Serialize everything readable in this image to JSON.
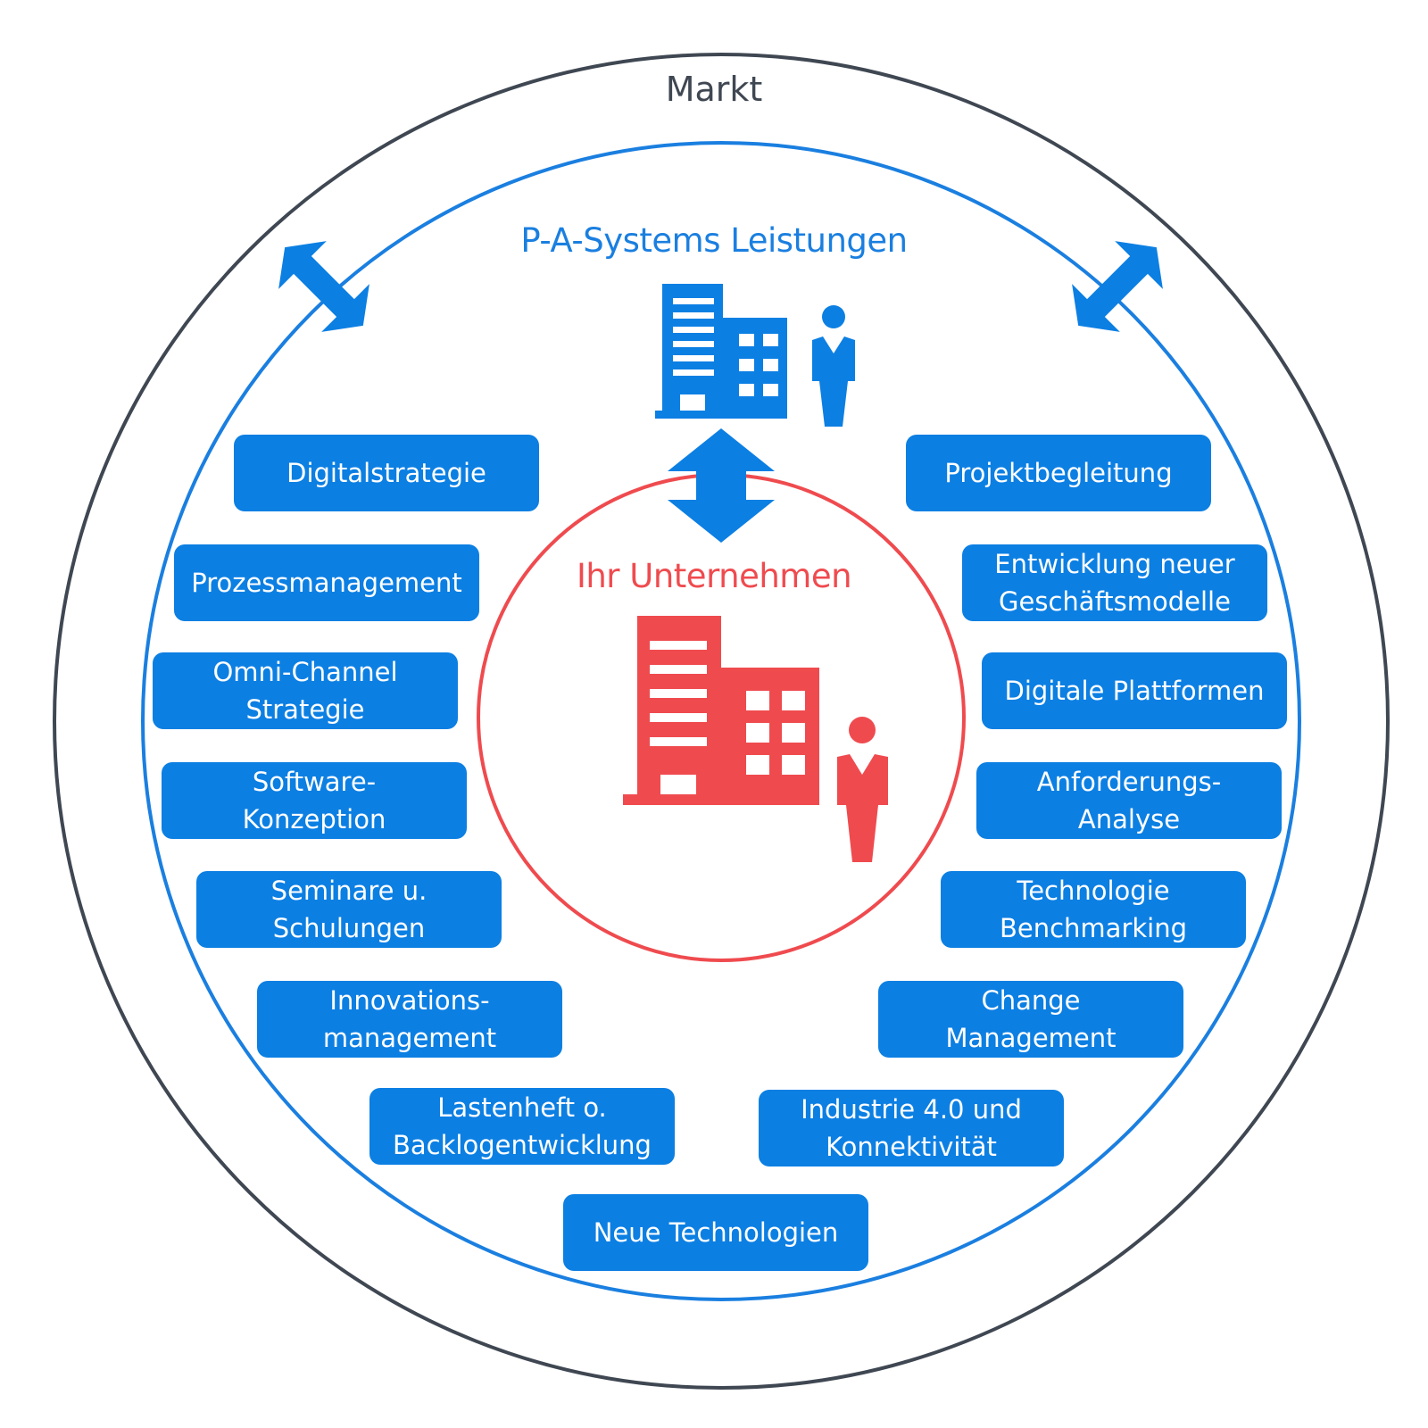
{
  "labels": {
    "market": "Markt",
    "provider": "P-A-Systems Leistungen",
    "client": "Ihr Unternehmen"
  },
  "colors": {
    "outer_ring": "#3f4752",
    "provider_blue": "#0c7fe3",
    "client_red": "#ef4b4f",
    "box_text": "#ffffff"
  },
  "icons": {
    "provider": [
      "building-icon",
      "person-icon"
    ],
    "client": [
      "building-icon",
      "person-icon"
    ],
    "connectors": [
      "double-arrow-icon"
    ]
  },
  "services": {
    "digitalstrategie": "Digitalstrategie",
    "prozessmanagement": "Prozessmanagement",
    "omni_channel": "Omni-Channel\nStrategie",
    "software_konzeption": "Software-\nKonzeption",
    "seminare": "Seminare u.\nSchulungen",
    "innovationsmanagement": "Innovations-\nmanagement",
    "lastenheft": "Lastenheft o.\nBacklogentwicklung",
    "neue_technologien": "Neue Technologien",
    "industrie": "Industrie 4.0 und\nKonnektivität",
    "change_management": "Change\nManagement",
    "technologie_benchmarking": "Technologie\nBenchmarking",
    "anforderungsanalyse": "Anforderungs-\nAnalyse",
    "digitale_plattformen": "Digitale Plattformen",
    "geschaeftsmodelle": "Entwicklung neuer\nGeschäftsmodelle",
    "projektbegleitung": "Projektbegleitung"
  }
}
